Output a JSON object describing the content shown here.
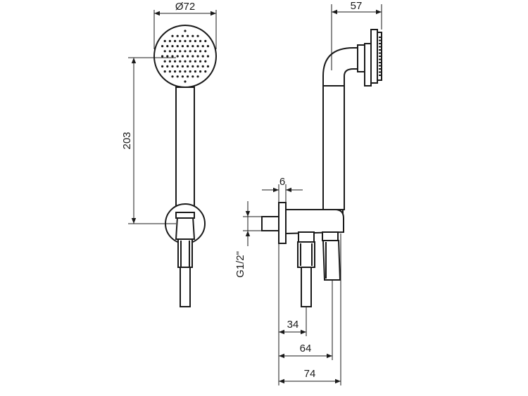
{
  "dimensions": {
    "head_diameter": "Ø72",
    "side_depth": "57",
    "hand_length": "203",
    "flange_thickness": "6",
    "thread": "G1/2\"",
    "outlet_34": "34",
    "outlet_64": "64",
    "overall_74": "74"
  }
}
